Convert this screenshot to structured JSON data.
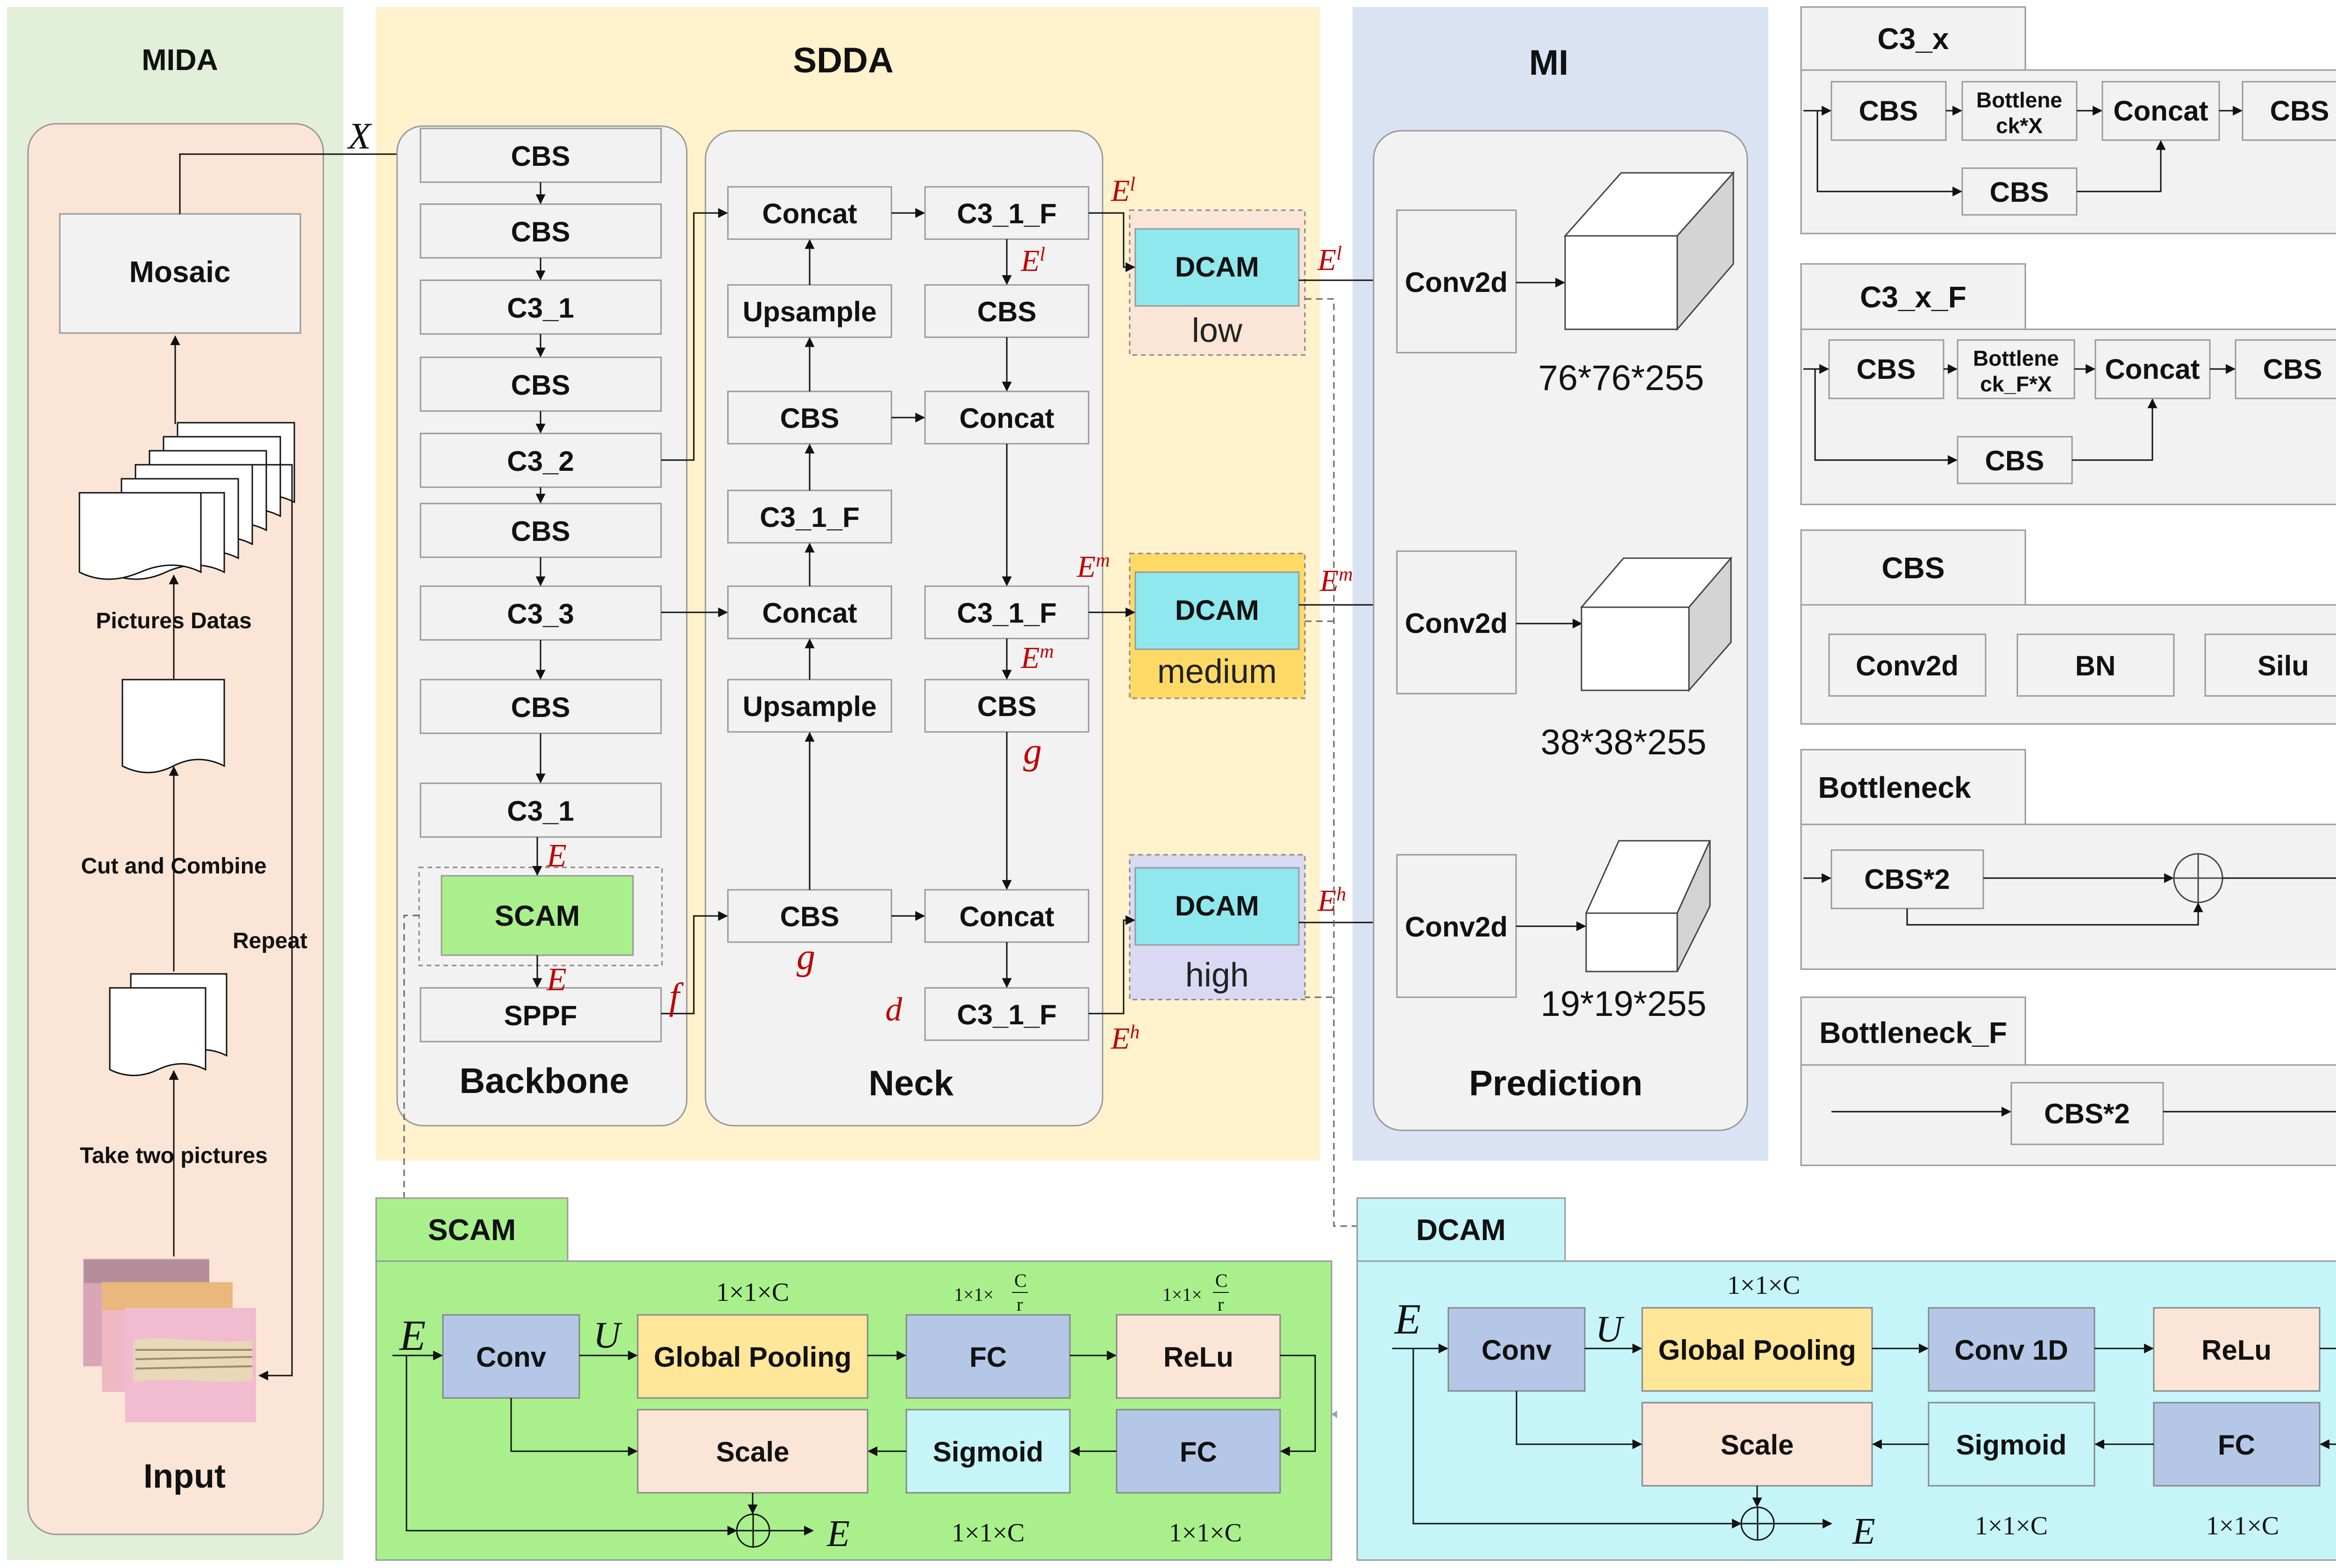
{
  "sections": {
    "mida": "MIDA",
    "sdda": "SDDA",
    "mi": "MI",
    "backbone": "Backbone",
    "neck": "Neck",
    "prediction": "Prediction",
    "input": "Input"
  },
  "mida": {
    "mosaic": "Mosaic",
    "pictures_datas": "Pictures Datas",
    "cut_and_combine": "Cut and Combine",
    "take_two_pictures": "Take two pictures",
    "repeat": "Repeat",
    "x_symbol": "X"
  },
  "backbone": {
    "b0": "CBS",
    "b1": "CBS",
    "b2": "C3_1",
    "b3": "CBS",
    "b4": "C3_2",
    "b5": "CBS",
    "b6": "C3_3",
    "b7": "CBS",
    "b8": "C3_1",
    "scam": "SCAM",
    "sppf": "SPPF"
  },
  "neck": {
    "concat1": "Concat",
    "up1": "Upsample",
    "cbs1": "CBS",
    "c3f1": "C3_1_F",
    "concat2": "Concat",
    "up2": "Upsample",
    "cbs2": "CBS",
    "c3f_top": "C3_1_F",
    "cbs_top": "CBS",
    "concat_r1": "Concat",
    "c3f_mid": "C3_1_F",
    "cbs_mid": "CBS",
    "concat_r2": "Concat",
    "c3f_bot": "C3_1_F"
  },
  "dcam_blocks": {
    "name": "DCAM",
    "low": "low",
    "medium": "medium",
    "high": "high"
  },
  "prediction": {
    "conv": "Conv2d",
    "out1": "76*76*255",
    "out2": "38*38*255",
    "out3": "19*19*255"
  },
  "symbols": {
    "E": "E",
    "El_sup": "l",
    "Em_sup": "m",
    "Eh_sup": "h",
    "f": "f",
    "g": "g",
    "d": "d",
    "U": "U",
    "oplus": "⊕"
  },
  "legend": {
    "c3x": {
      "title": "C3_x",
      "cbs1": "CBS",
      "bott_l1": "Bottlene",
      "bott_l2": "ck*X",
      "concat": "Concat",
      "cbs2": "CBS",
      "cbs3": "CBS"
    },
    "c3xf": {
      "title": "C3_x_F",
      "cbs1": "CBS",
      "bott_l1": "Bottlene",
      "bott_l2": "ck_F*X",
      "concat": "Concat",
      "cbs2": "CBS",
      "cbs3": "CBS"
    },
    "cbs": {
      "title": "CBS",
      "conv": "Conv2d",
      "bn": "BN",
      "silu": "Silu"
    },
    "bottleneck": {
      "title": "Bottleneck",
      "cbs": "CBS*2"
    },
    "bottleneck_f": {
      "title": "Bottleneck_F",
      "cbs": "CBS*2"
    }
  },
  "scam": {
    "title": "SCAM",
    "conv": "Conv",
    "gp": "Global Pooling",
    "fc1": "FC",
    "relu": "ReLu",
    "scale": "Scale",
    "sigmoid": "Sigmoid",
    "fc2": "FC",
    "dim_c": "1×1×C",
    "dim_cr_prefix": "1×1×",
    "dim_cr_num": "C",
    "dim_cr_den": "r"
  },
  "dcam": {
    "title": "DCAM",
    "conv": "Conv",
    "gp": "Global Pooling",
    "conv1d": "Conv 1D",
    "relu": "ReLu",
    "scale": "Scale",
    "sigmoid": "Sigmoid",
    "fc": "FC",
    "dim_c": "1×1×C"
  },
  "colors": {
    "mida_bg": "#e2efd9",
    "mida_inner": "#fbe5d6",
    "sdda_bg": "#fff2cc",
    "mi_bg": "#dae3f3",
    "panel": "#f2f2f2",
    "box": "#f2f2f2",
    "cyan": "#c5f5f8",
    "dcam_cyan": "#8ee8ee",
    "green": "#a9f08c",
    "scam_green": "#8fef6c",
    "blue": "#b4c7e7",
    "orange": "#ffe699",
    "peach": "#fbe5d6",
    "lowbg": "#fbe5d6",
    "medbg": "#ffd966",
    "highbg": "#d9d9f3",
    "red": "#c00000"
  }
}
